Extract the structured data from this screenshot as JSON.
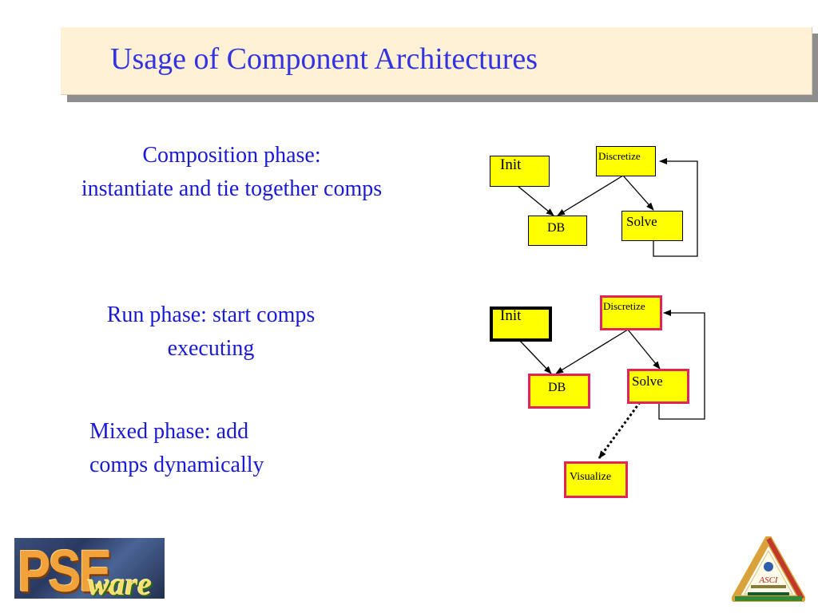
{
  "title": "Usage of Component Architectures",
  "phases": {
    "composition": {
      "line1": "Composition phase:",
      "line2": "instantiate and tie together comps"
    },
    "run": {
      "line1": "Run phase: start comps",
      "line2": "executing"
    },
    "mixed": {
      "line1": "Mixed phase: add",
      "line2": "comps dynamically"
    }
  },
  "diagram_composition": {
    "init": "Init",
    "discretize": "Discretize",
    "db": "DB",
    "solve": "Solve"
  },
  "diagram_run": {
    "init": "Init",
    "discretize": "Discretize",
    "db": "DB",
    "solve": "Solve",
    "visualize": "Visualize"
  },
  "logos": {
    "pse_text": "PSE",
    "ware_text": "ware",
    "asci_text": "ASCI"
  },
  "colors": {
    "title_text": "#3333e0",
    "body_text": "#1a1ad6",
    "title_bg": "#fff1d6",
    "component_fill": "#ffff00",
    "running_border": "#e0245e"
  }
}
